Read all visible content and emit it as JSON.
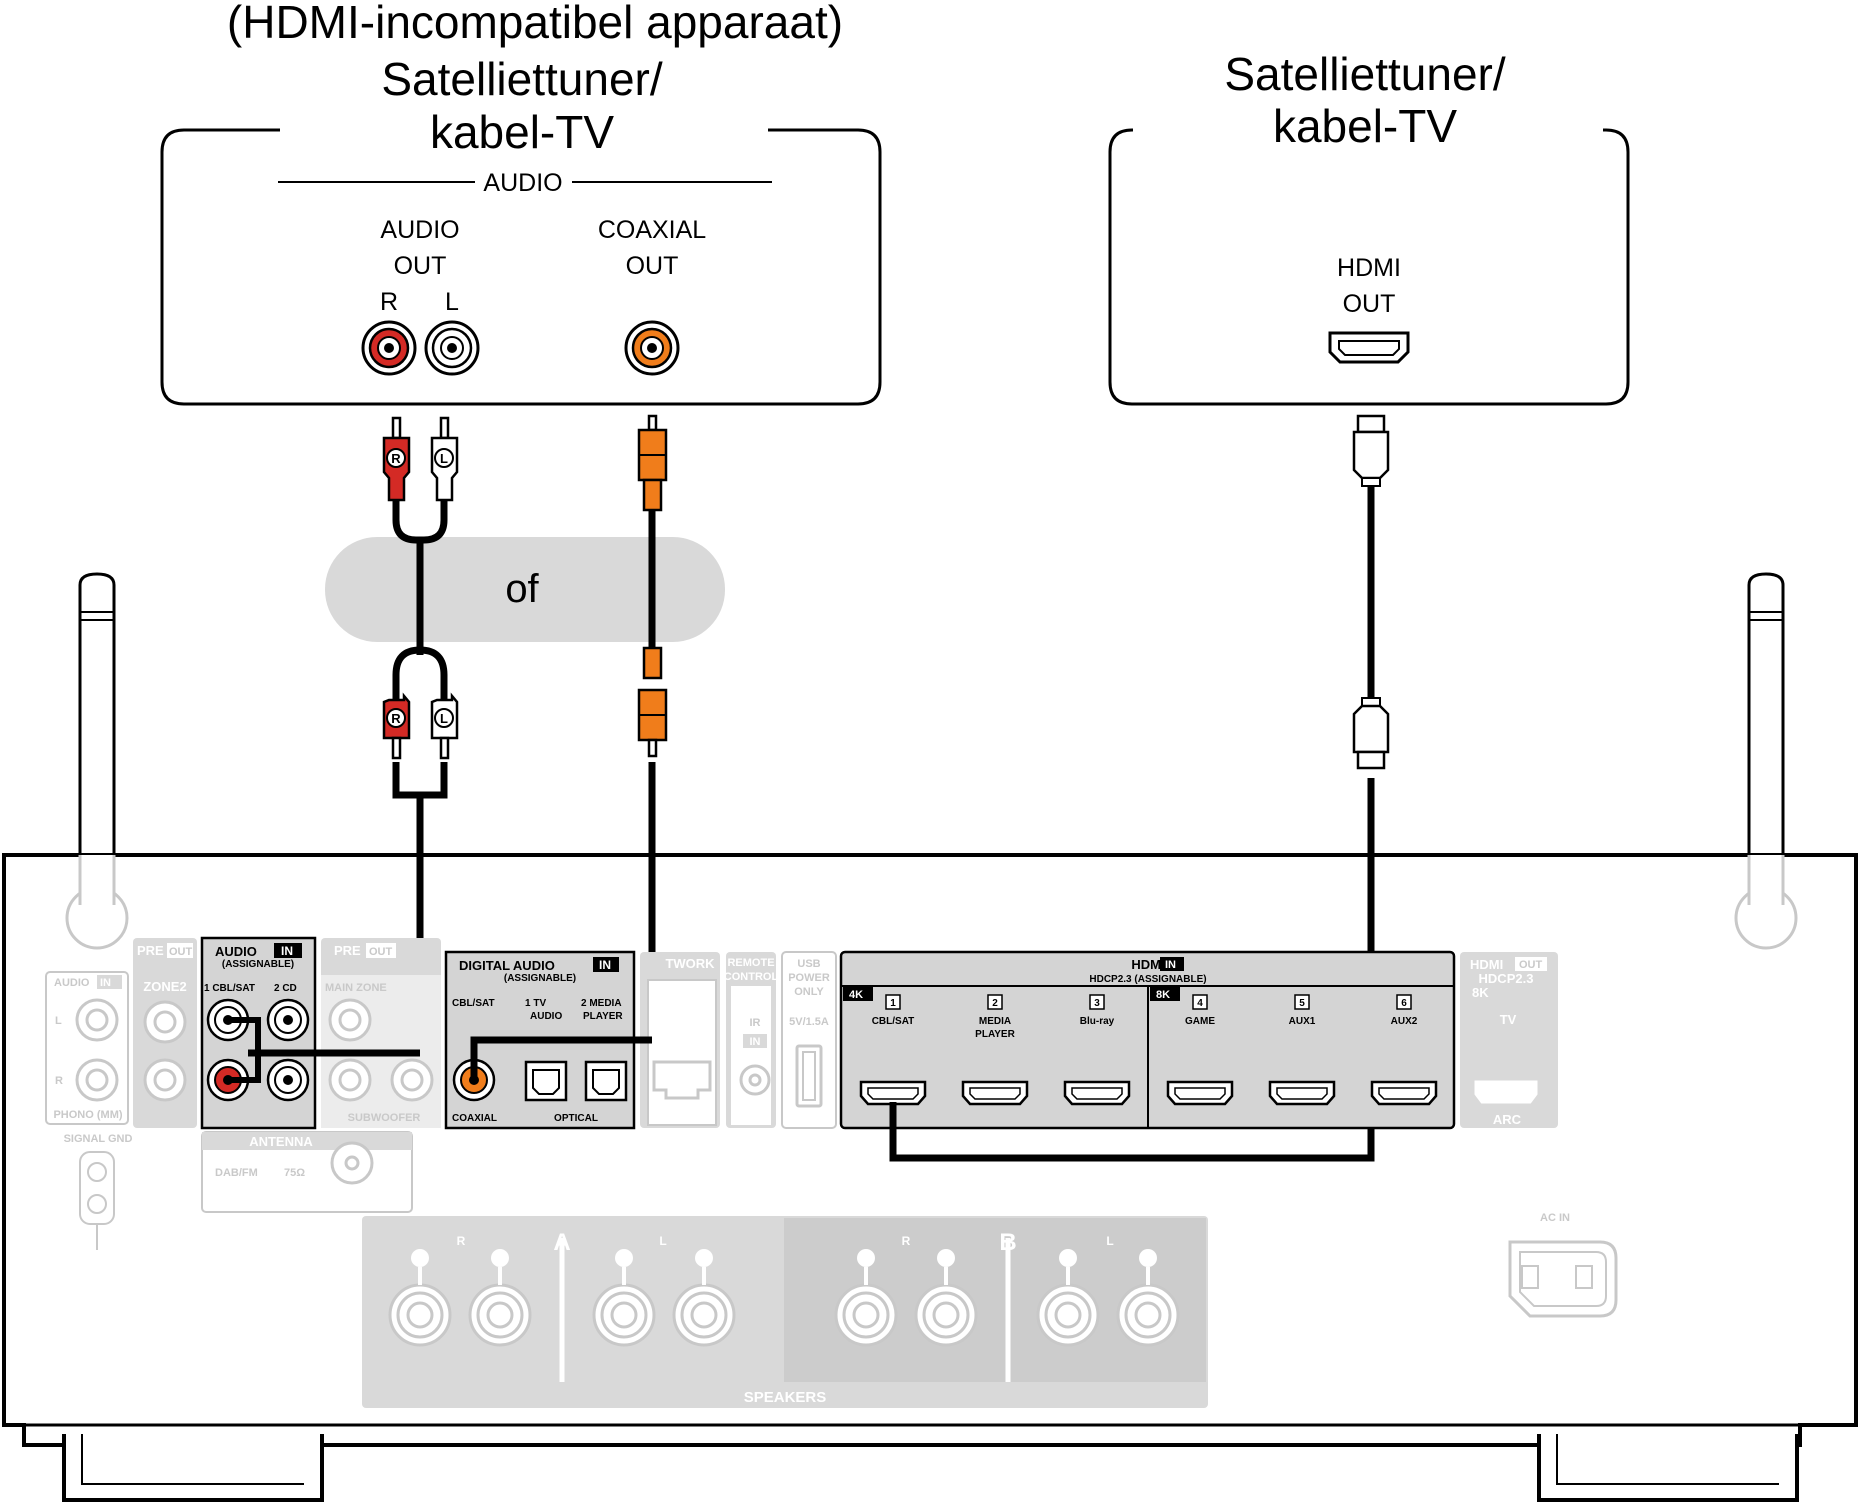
{
  "left_device": {
    "subtitle": "(HDMI-incompatibel apparaat)",
    "title_line1": "Satelliettuner/",
    "title_line2": "kabel-TV",
    "group_label": "AUDIO",
    "audio_out_line1": "AUDIO",
    "audio_out_line2": "OUT",
    "channel_r": "R",
    "channel_l": "L",
    "coaxial_out_line1": "COAXIAL",
    "coaxial_out_line2": "OUT"
  },
  "right_device": {
    "title_line1": "Satelliettuner/",
    "title_line2": "kabel-TV",
    "hdmi_out_line1": "HDMI",
    "hdmi_out_line2": "OUT"
  },
  "alternative_label": "of",
  "plug_labels": {
    "r": "R",
    "l": "L"
  },
  "receiver": {
    "audio_in": {
      "title": "AUDIO",
      "badge": "IN",
      "sub": "(ASSIGNABLE)",
      "inputs": [
        "1 CBL/SAT",
        "2 CD"
      ]
    },
    "digital_audio_in": {
      "title": "DIGITAL AUDIO",
      "badge": "IN",
      "sub": "(ASSIGNABLE)",
      "inputs": [
        "CBL/SAT",
        "1  TV\nAUDIO",
        "2  MEDIA\nPLAYER"
      ],
      "coaxial_label": "COAXIAL",
      "optical_label": "OPTICAL"
    },
    "hdmi_in": {
      "title": "HDMI",
      "badge": "IN",
      "sub": "HDCP2.3 (ASSIGNABLE)",
      "tag_4k": "4K",
      "tag_8k": "8K",
      "inputs": [
        {
          "num": "1",
          "name": "CBL/SAT"
        },
        {
          "num": "2",
          "name": "MEDIA PLAYER"
        },
        {
          "num": "3",
          "name": "Blu-ray"
        },
        {
          "num": "4",
          "name": "GAME"
        },
        {
          "num": "5",
          "name": "AUX1"
        },
        {
          "num": "6",
          "name": "AUX2"
        }
      ]
    },
    "hdmi_out": {
      "title": "HDMI",
      "badge": "OUT",
      "sub": "HDCP2.3",
      "tag": "8K",
      "name": "TV",
      "arc": "ARC"
    },
    "phono": {
      "title": "AUDIO",
      "badge": "IN",
      "label": "PHONO (MM)",
      "l": "L",
      "r": "R"
    },
    "signal_gnd": "SIGNAL GND",
    "pre_out_zone2": {
      "title": "PRE",
      "badge": "OUT",
      "label": "ZONE2"
    },
    "pre_out_main": {
      "title": "PRE",
      "badge": "OUT",
      "label": "MAIN ZONE",
      "sub": "SUBWOOFER"
    },
    "network": "TWORK",
    "remote_control": {
      "line1": "REMOTE",
      "line2": "CONTROL",
      "ir": "IR",
      "in": "IN"
    },
    "usb": {
      "line1": "USB",
      "line2": "POWER",
      "line3": "ONLY",
      "rating": "5V/1.5A"
    },
    "antenna": {
      "title": "ANTENNA",
      "label": "DAB/FM",
      "ohm": "75Ω"
    },
    "speakers": {
      "label": "SPEAKERS",
      "zone_a": "A",
      "zone_b": "B",
      "r": "R",
      "l": "L"
    },
    "ac_in": "AC IN"
  },
  "colors": {
    "red": "#d42a25",
    "orange": "#f07d1b",
    "ghost_panel": "#d9d9d9",
    "active_panel": "#d4d4d4",
    "bubble": "#d9d9d9"
  }
}
